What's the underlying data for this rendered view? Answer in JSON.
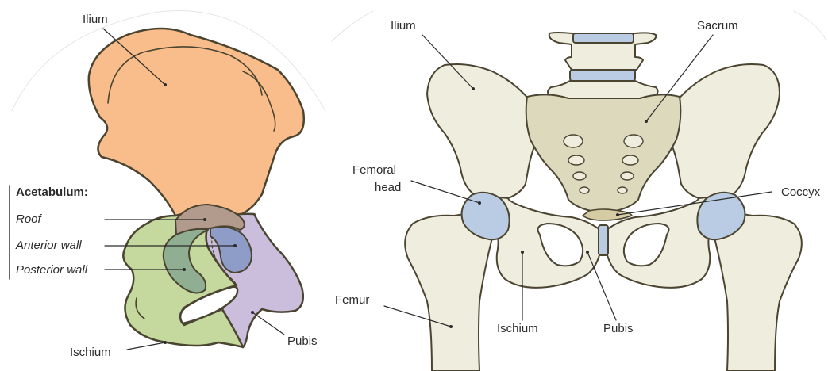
{
  "left_panel": {
    "labels": {
      "ilium": "Ilium",
      "acetabulum_heading": "Acetabulum:",
      "roof": "Roof",
      "anterior_wall": "Anterior wall",
      "posterior_wall": "Posterior wall",
      "ischium": "Ischium",
      "pubis": "Pubis"
    },
    "colors": {
      "ilium": "#f9bd8c",
      "ischium": "#c5d89e",
      "pubis": "#cbbedd",
      "roof": "#b29a8c",
      "anterior_wall": "#8e9cc8",
      "posterior_wall": "#8fae92",
      "outline": "#4a4431"
    }
  },
  "right_panel": {
    "labels": {
      "ilium": "Ilium",
      "sacrum": "Sacrum",
      "femoral_head_line1": "Femoral",
      "femoral_head_line2": "head",
      "coccyx": "Coccyx",
      "femur": "Femur",
      "ischium": "Ischium",
      "pubis": "Pubis"
    },
    "colors": {
      "bone": "#efedde",
      "sacrum": "#ddd9bd",
      "cartilage": "#b9cce4",
      "coccyx": "#d6cca4",
      "outline": "#4a4431"
    }
  }
}
